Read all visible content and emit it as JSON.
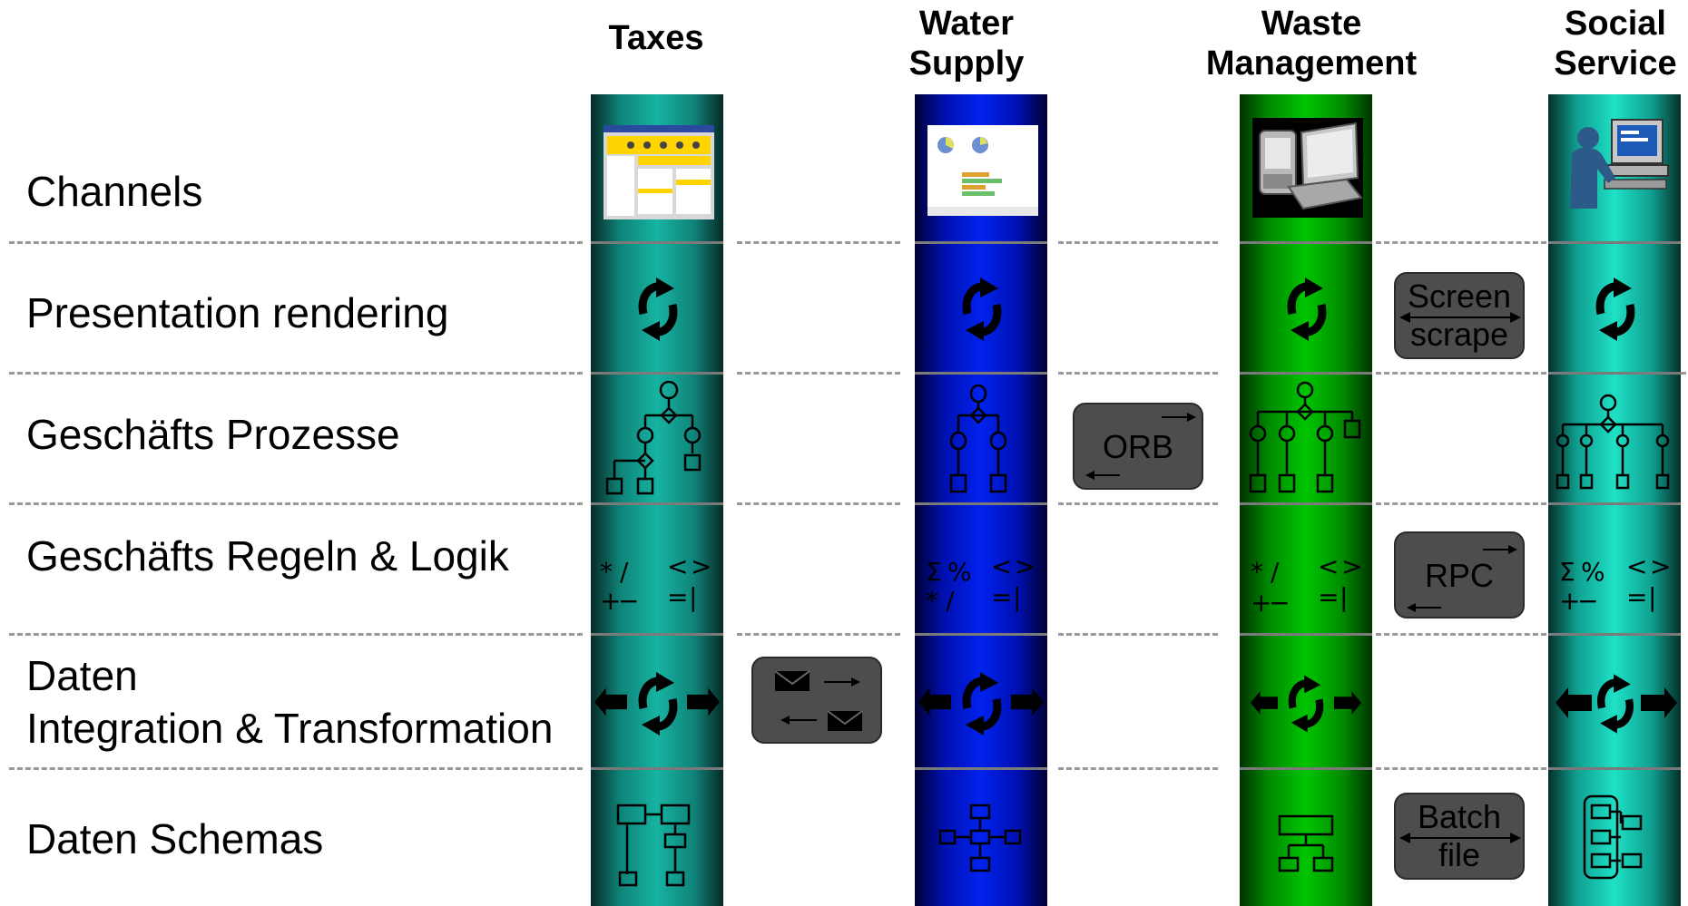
{
  "columns": [
    {
      "id": "taxes",
      "title_lines": [
        "Taxes"
      ]
    },
    {
      "id": "water",
      "title_lines": [
        "Water",
        "Supply"
      ]
    },
    {
      "id": "waste",
      "title_lines": [
        "Waste",
        "Management"
      ]
    },
    {
      "id": "social",
      "title_lines": [
        "Social",
        "Service"
      ]
    }
  ],
  "rows": [
    {
      "id": "channels",
      "label_lines": [
        "Channels"
      ]
    },
    {
      "id": "presentation",
      "label_lines": [
        "Presentation rendering"
      ]
    },
    {
      "id": "process",
      "label_lines": [
        "Geschäfts Prozesse"
      ]
    },
    {
      "id": "rules",
      "label_lines": [
        "Geschäfts Regeln & Logik"
      ]
    },
    {
      "id": "integration",
      "label_lines": [
        "Daten",
        "Integration & Transformation"
      ]
    },
    {
      "id": "schemas",
      "label_lines": [
        "Daten Schemas"
      ]
    }
  ],
  "connectors": {
    "screen_scrape": [
      "Screen",
      "scrape"
    ],
    "orb": [
      "ORB"
    ],
    "rpc": [
      "RPC"
    ],
    "batch_file": [
      "Batch",
      "file"
    ],
    "messaging": []
  },
  "colors": {
    "taxes": "#17b3a2",
    "water": "#0022ee",
    "waste": "#00c400",
    "social": "#1fe0c6",
    "connector_box": "#4d4d4d",
    "divider": "#999999"
  },
  "rule_symbols": {
    "taxes": [
      "*",
      "/",
      "<",
      ">",
      "+",
      "−",
      "=",
      "|"
    ],
    "water": [
      "Σ",
      "%",
      "<",
      ">",
      "*",
      "/",
      "=",
      "|"
    ],
    "waste": [
      "*",
      "/",
      "<",
      ">",
      "+",
      "−",
      "=",
      "|"
    ],
    "social": [
      "Σ",
      "%",
      "<",
      ">",
      "+",
      "−",
      "=",
      "|"
    ]
  }
}
